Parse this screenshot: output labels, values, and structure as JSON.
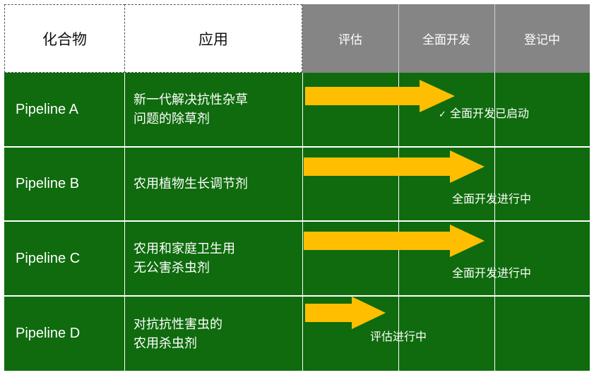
{
  "header": {
    "compound": "化合物",
    "application": "应用",
    "stages": [
      "评估",
      "全面开发",
      "登记中"
    ]
  },
  "rows": [
    {
      "name": "Pipeline A",
      "app_lines": [
        "新一代解决抗性杂草",
        "问题的除草剂"
      ],
      "status": "全面开发已启动",
      "check": "✓"
    },
    {
      "name": "Pipeline B",
      "app_lines": [
        "农用植物生长调节剂"
      ],
      "status": "全面开发进行中"
    },
    {
      "name": "Pipeline C",
      "app_lines": [
        "农用和家庭卫生用",
        "无公害杀虫剂"
      ],
      "status": "全面开发进行中"
    },
    {
      "name": "Pipeline D",
      "app_lines": [
        "对抗抗性害虫的",
        "农用杀虫剂"
      ],
      "status": "评估进行中"
    }
  ],
  "colors": {
    "green": "#0f6b0d",
    "arrow": "#ffbf00",
    "header_gray": "#858585"
  }
}
